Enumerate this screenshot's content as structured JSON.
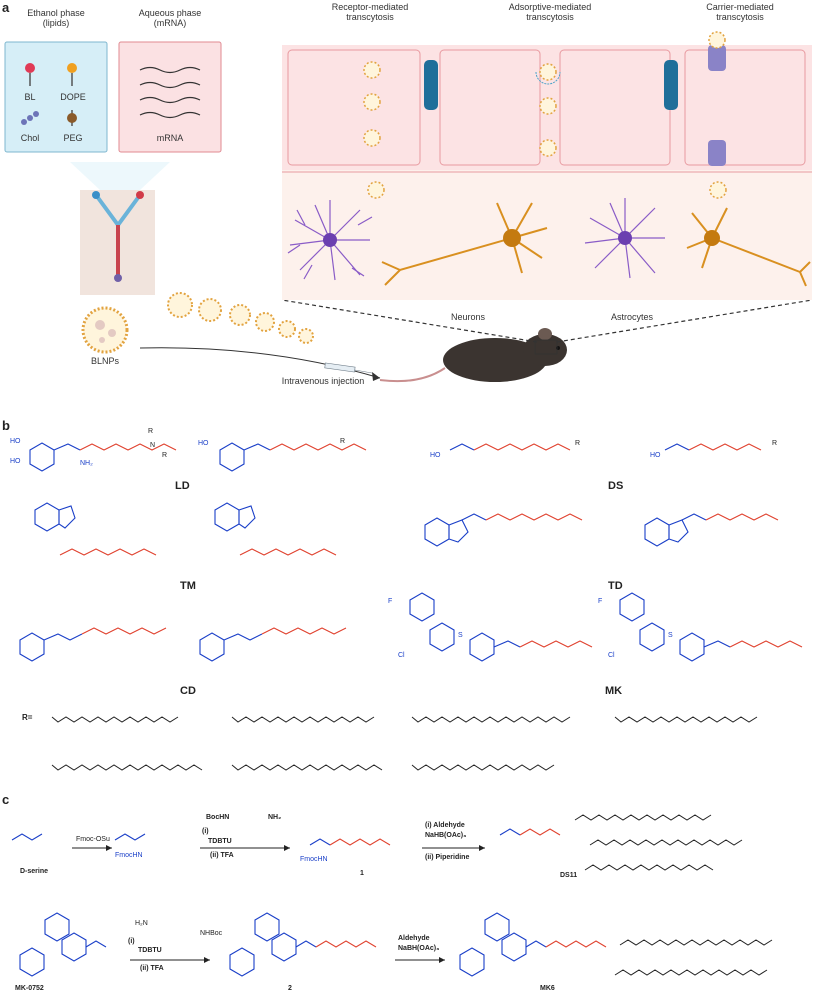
{
  "panel_a": {
    "letter": "a",
    "ethanol_title": "Ethanol phase\n(lipids)",
    "aqueous_title": "Aqueous phase\n(mRNA)",
    "lipids": [
      "BL",
      "DOPE",
      "Chol",
      "PEG"
    ],
    "mrna_label": "mRNA",
    "transport_titles": [
      "Receptor-mediated\ntranscytosis",
      "Adsorptive-mediated\ntranscytosis",
      "Carrier-mediated\ntranscytosis"
    ],
    "blnps_label": "BLNPs",
    "injection_label": "Intravenous injection",
    "neurons_label": "Neurons",
    "astrocytes_label": "Astrocytes",
    "colors": {
      "ethanol_bg": "#d6eef7",
      "aqueous_bg": "#fbe1e3",
      "bbb_bg": "#fce3e4",
      "astrocyte": "#8a5cc7",
      "neuron": "#d99020",
      "junction": "#1f6f9a"
    }
  },
  "panel_b": {
    "letter": "b",
    "families": [
      "LD",
      "DS",
      "TM",
      "TD",
      "CD",
      "MK"
    ],
    "r_label": "R=",
    "atoms": {
      "nh": "N",
      "o": "O",
      "r": "R",
      "h": "H",
      "nh2": "NH₂",
      "ho": "HO",
      "f": "F",
      "cl": "Cl",
      "s": "S"
    }
  },
  "panel_c": {
    "letter": "c",
    "route1": {
      "start": "D-serine",
      "step1": "Fmoc-OSu",
      "fmoc_intermediate": "FmocHN",
      "amine_reagent_left": "BocHN",
      "amine_reagent_right": "NH₂",
      "amine_step_i": "(i)",
      "coupling": "TDBTU",
      "deprotect": "(ii) TFA",
      "intermediate_num": "1",
      "fmoc_label": "FmocHN",
      "reduct1": "(i) Aldehyde",
      "reduct2": "NaHB(OAc)₃",
      "reduct3": "(ii) Piperidine",
      "product": "DS11"
    },
    "route2": {
      "start": "MK-0752",
      "amine_left": "H₂N",
      "amine_right": "NHBoc",
      "step_i": "(i)",
      "coupling": "TDBTU",
      "deprotect": "(ii) TFA",
      "intermediate_num": "2",
      "reduct1": "Aldehyde",
      "reduct2": "NaBH(OAc)₃",
      "product": "MK6"
    }
  }
}
